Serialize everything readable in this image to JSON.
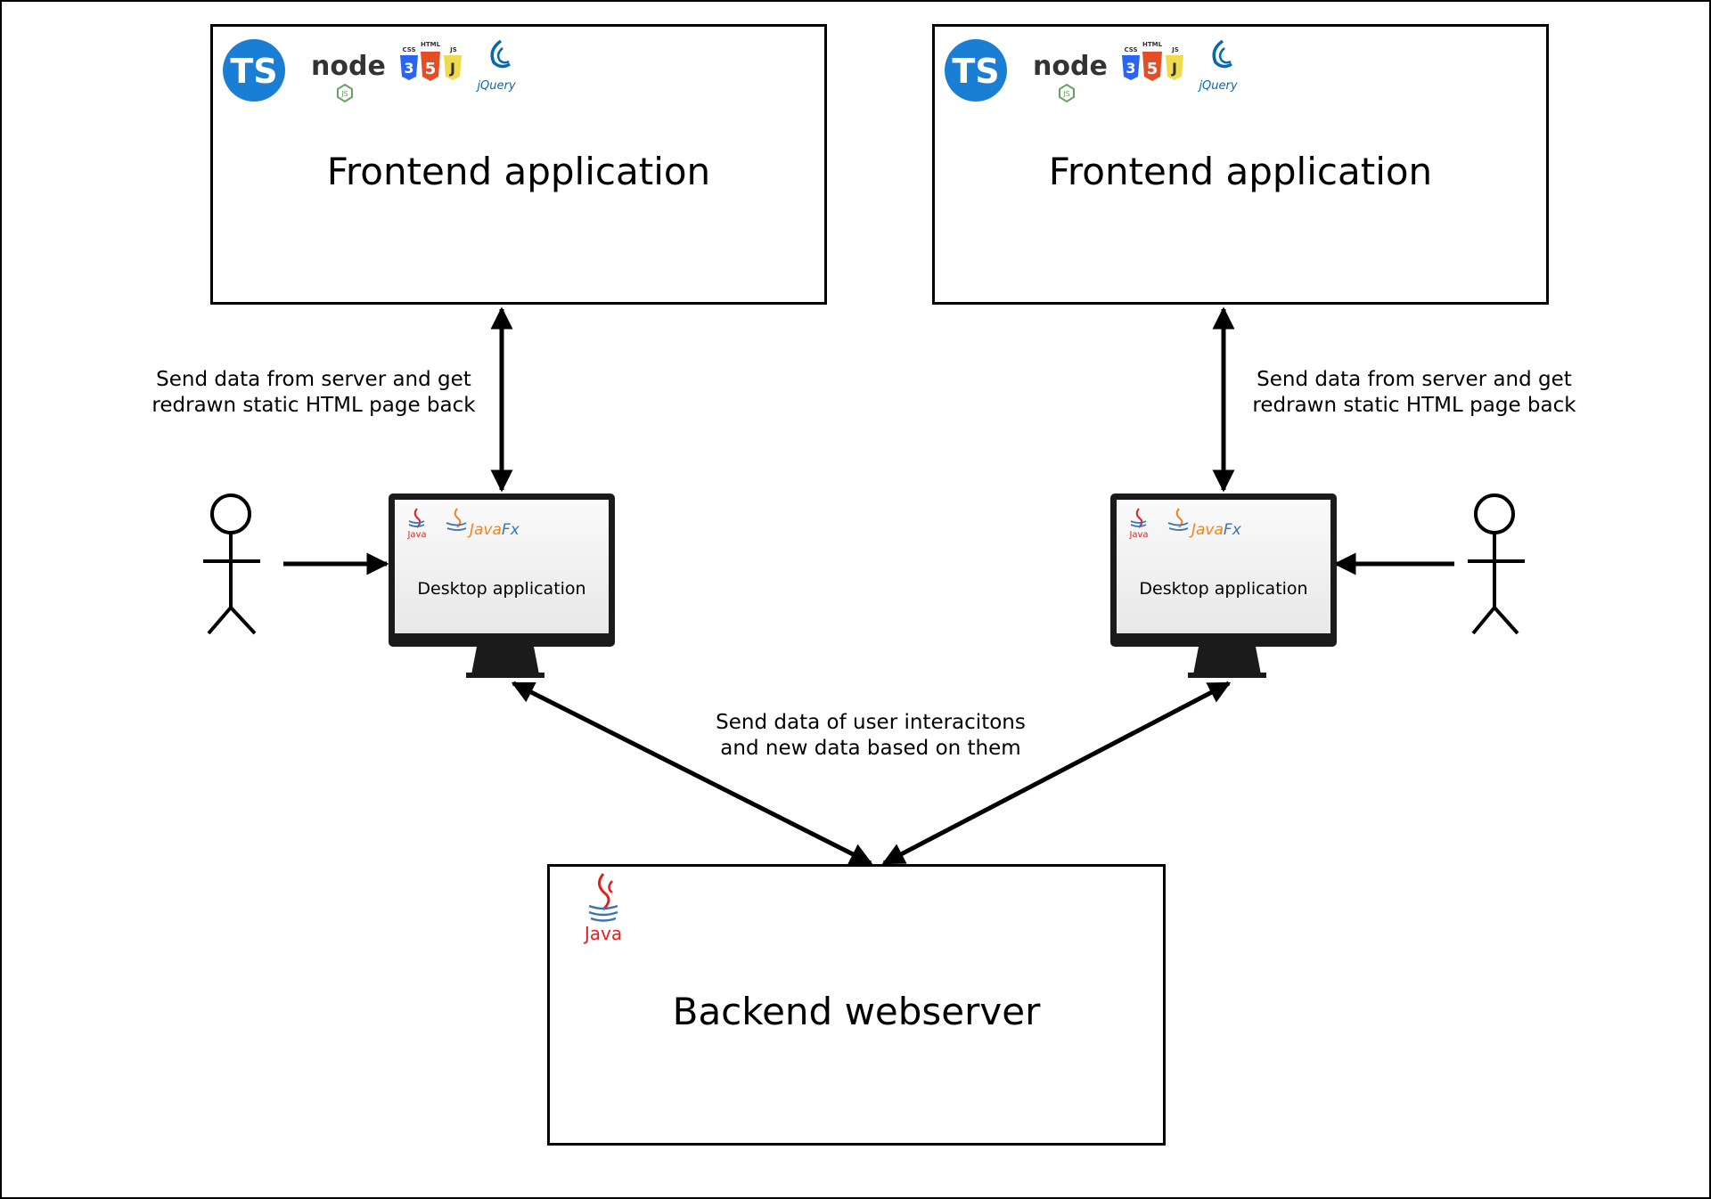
{
  "nodes": {
    "frontend_left": {
      "title": "Frontend application",
      "logos": [
        "typescript-logo",
        "nodejs-logo",
        "css-html-js-logo",
        "jquery-logo"
      ]
    },
    "frontend_right": {
      "title": "Frontend application",
      "logos": [
        "typescript-logo",
        "nodejs-logo",
        "css-html-js-logo",
        "jquery-logo"
      ]
    },
    "desktop_left": {
      "label": "Desktop application",
      "logos": [
        "java-logo",
        "javafx-logo"
      ]
    },
    "desktop_right": {
      "label": "Desktop application",
      "logos": [
        "java-logo",
        "javafx-logo"
      ]
    },
    "backend": {
      "title": "Backend webserver",
      "logos": [
        "java-logo"
      ]
    },
    "user_left": {
      "icon": "stick-figure-icon"
    },
    "user_right": {
      "icon": "stick-figure-icon"
    }
  },
  "edges": {
    "left_frontend_desktop": {
      "line1": "Send data from server and get",
      "line2": "redrawn static HTML page back"
    },
    "right_frontend_desktop": {
      "line1": "Send data from server and get",
      "line2": "redrawn static HTML page back"
    },
    "desktop_backend": {
      "line1": "Send data of user interacitons",
      "line2": "and new data based on them"
    }
  },
  "logo_text": {
    "ts": "TS",
    "node": "node",
    "js": "JS",
    "css": "CSS",
    "html": "HTML",
    "jsbadge": "JS",
    "jquery": "jQuery",
    "java": "Java",
    "javafx_java": "Java",
    "javafx_fx": "Fx"
  },
  "colors": {
    "typescript": "#1a7fd4",
    "node_green": "#68a063",
    "css_blue": "#2965f1",
    "html_orange": "#e44d26",
    "js_yellow": "#f0db4f",
    "jquery_blue": "#0769ad",
    "java_red": "#e11f21",
    "java_blue": "#3a75b0",
    "javafx_orange": "#f58219",
    "monitor_bezel": "#1b1b1b",
    "monitor_screen": "#f2f2f2"
  }
}
